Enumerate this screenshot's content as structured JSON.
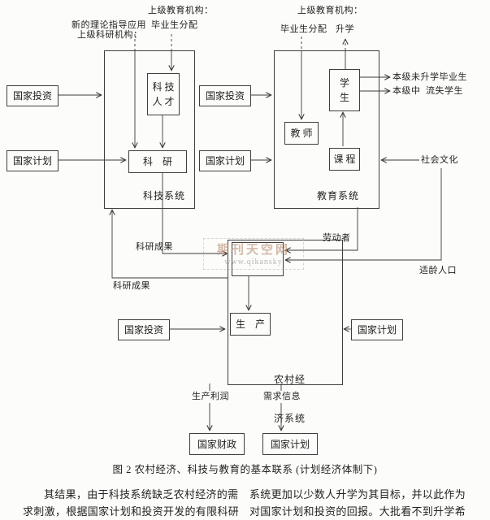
{
  "top": {
    "sci_org_line1": "上级科研机构：",
    "sci_org_line2": "新的理论指导应用",
    "edu_org_mid_line1": "上级教育机构：",
    "edu_org_mid_line2": "毕业生分配",
    "edu_org_right_line1": "上级教育机构：",
    "edu_org_right_assign": "毕业生分配",
    "edu_org_right_advance": "升学"
  },
  "sci": {
    "system_label": "科技系统",
    "invest": "国家投资",
    "plan": "国家计划",
    "talent_l1": "科 技",
    "talent_l2": "人 才",
    "research": "科    研",
    "achievement_upper": "科研成果",
    "achievement_lower": "科研成果"
  },
  "edu": {
    "system_label": "教育系统",
    "invest": "国家投资",
    "plan": "国家计划",
    "student_l1": "学",
    "student_l2": "生",
    "teacher": "教 师",
    "course": "课 程",
    "grads_not_advancing": "本级未升学毕业生",
    "dropouts": "本级中  流失学生",
    "social_culture": "社会文化"
  },
  "flows": {
    "laborer": "劳动者",
    "school_age_population": "适龄人口"
  },
  "rural": {
    "system_label_l1": "农村经",
    "system_label_l2": "济系统",
    "production": "生    产",
    "invest": "国家投资",
    "plan": "国家计划",
    "profit": "生产利润",
    "demand_info": "需求信息",
    "finance": "国家财政",
    "plan_bottom": "国家计划"
  },
  "watermark": {
    "name": "期刊天空网",
    "url": "www.qikansky"
  },
  "caption": "图 2  农村经济、科技与教育的基本联系 (计划经济体制下)",
  "body": {
    "left_line1": "其结果，由于科技系统缺乏农村经济的需",
    "left_line2": "求刺激，根据国家计划和投资开发的有限科研",
    "right_line1": "系统更加以少数人升学为其目标，并以此作为",
    "right_line2": "对国家计划和投资的回报。大批看不到升学希"
  }
}
